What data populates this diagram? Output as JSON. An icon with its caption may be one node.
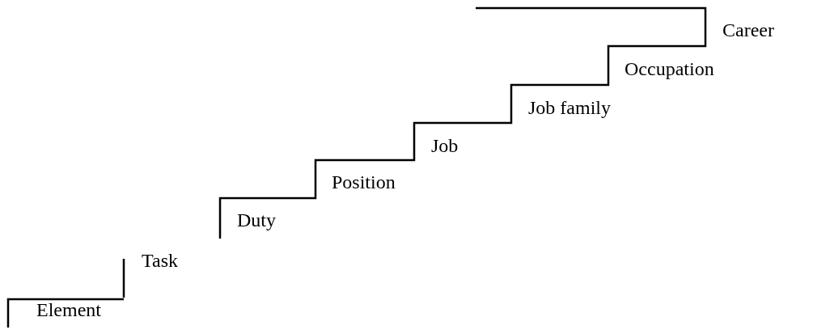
{
  "diagram": {
    "labels": [
      "Career",
      "Occupation",
      "Job family",
      "Job",
      "Position",
      "Duty",
      "Task",
      "Element"
    ]
  }
}
